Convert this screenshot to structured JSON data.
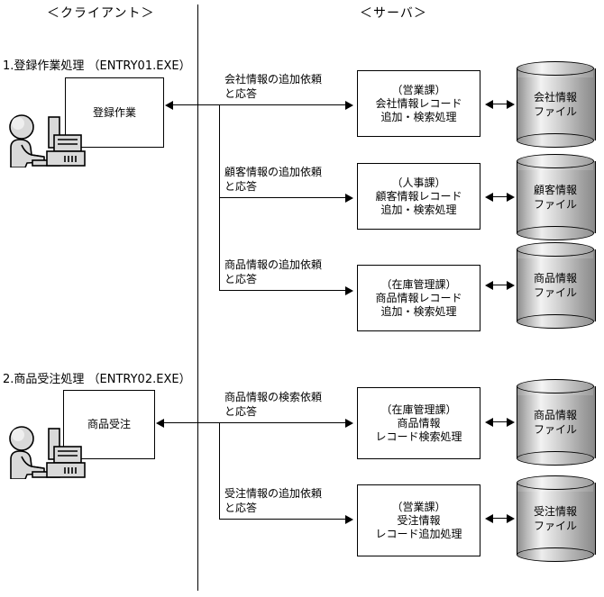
{
  "headers": {
    "client": "＜クライアント＞",
    "server": "＜サーバ＞"
  },
  "processes": [
    {
      "id": "entry01",
      "title": "1.登録作業処理 （ENTRY01.EXE）",
      "client_box": "登録作業",
      "client_actor_icon": "person-at-computer-icon",
      "flows": [
        {
          "label_line1": "会社情報の追加依頼",
          "label_line2": "と応答",
          "server_box": {
            "line1": "（営業課）",
            "line2": "会社情報レコード",
            "line3": "追加・検索処理"
          },
          "file": {
            "line1": "会社情報",
            "line2": "ファイル",
            "icon": "database-cylinder-icon"
          }
        },
        {
          "label_line1": "顧客情報の追加依頼",
          "label_line2": "と応答",
          "server_box": {
            "line1": "（人事課）",
            "line2": "顧客情報レコード",
            "line3": "追加・検索処理"
          },
          "file": {
            "line1": "顧客情報",
            "line2": "ファイル",
            "icon": "database-cylinder-icon"
          }
        },
        {
          "label_line1": "商品情報の追加依頼",
          "label_line2": "と応答",
          "server_box": {
            "line1": "（在庫管理課）",
            "line2": "商品情報レコード",
            "line3": "追加・検索処理"
          },
          "file": {
            "line1": "商品情報",
            "line2": "ファイル",
            "icon": "database-cylinder-icon"
          }
        }
      ]
    },
    {
      "id": "entry02",
      "title": "2.商品受注処理 （ENTRY02.EXE）",
      "client_box": "商品受注",
      "client_actor_icon": "person-at-computer-icon",
      "flows": [
        {
          "label_line1": "商品情報の検索依頼",
          "label_line2": "と応答",
          "server_box": {
            "line1": "（在庫管理課）",
            "line2": "商品情報",
            "line3": "レコード検索処理"
          },
          "file": {
            "line1": "商品情報",
            "line2": "ファイル",
            "icon": "database-cylinder-icon"
          }
        },
        {
          "label_line1": "受注情報の追加依頼",
          "label_line2": "と応答",
          "server_box": {
            "line1": "（営業課）",
            "line2": "受注情報",
            "line3": "レコード追加処理"
          },
          "file": {
            "line1": "受注情報",
            "line2": "ファイル",
            "icon": "database-cylinder-icon"
          }
        }
      ]
    }
  ],
  "colors": {
    "line": "#000000",
    "background": "#ffffff",
    "cylinder_light": "#f2f2f2",
    "cylinder_dark": "#8a8a8a"
  }
}
